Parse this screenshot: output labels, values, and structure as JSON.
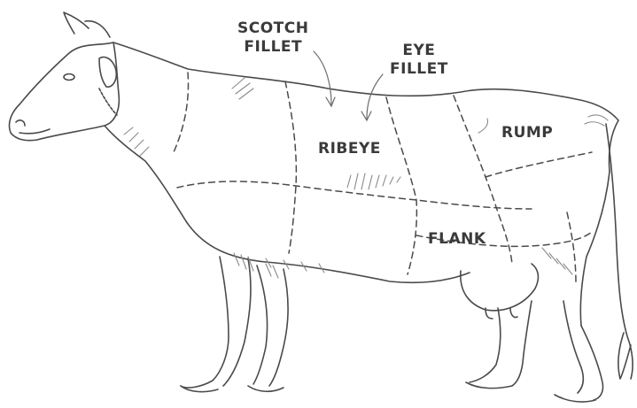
{
  "diagram": {
    "labels": {
      "scotch_fillet": [
        "SCOTCH",
        "FILLET"
      ],
      "eye_fillet": [
        "EYE",
        "FILLET"
      ],
      "ribeye": "RIBEYE",
      "rump": "RUMP",
      "flank": "FLANK"
    },
    "colors": {
      "ink": "#3a3a3a",
      "outline": "#4a4a4a",
      "shade": "#8a8a8a",
      "background": "#ffffff"
    }
  }
}
